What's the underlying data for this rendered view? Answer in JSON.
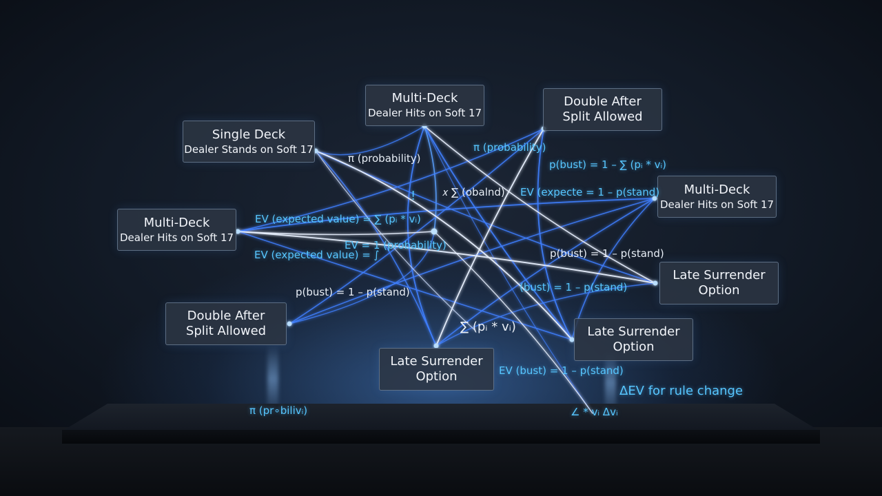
{
  "nodes": [
    {
      "line1": "Multi-Deck",
      "line2": "Dealer Hits on Soft 17"
    },
    {
      "line1": "Double After",
      "line2": "Split Allowed"
    },
    {
      "line1": "Single Deck",
      "line2": "Dealer Stands on Soft 17"
    },
    {
      "line1": "Multi-Deck",
      "line2": "Dealer Hits on Soft 17"
    },
    {
      "line1": "Multi-Deck",
      "line2": "Dealer Hits on Soft 17"
    },
    {
      "line1": "Late Surrender",
      "line2": "Option"
    },
    {
      "line1": "Double After",
      "line2": "Split Allowed"
    },
    {
      "line1": "Late Surrender",
      "line2": "Option"
    },
    {
      "line1": "Late Surrender",
      "line2": "Option"
    }
  ],
  "formulas": [
    "π (probability)",
    "π (probability)",
    "p(bust) = 1 – ∑ (pᵢ * vᵢ)",
    "! ",
    "𝑥 ∑ (obalnd)",
    "EV (expecte = 1 – p(stand)",
    "EV (expected value) = ∑ (pᵢ * vᵢ)",
    "EV =  1 (probability)",
    "EV (expected value) = ∫",
    "p(bust) = 1 – p(stand)",
    "p(bust) = 1 – p(stand)",
    "(bust) = 1 – p(stand)",
    "∑ (pᵢ * vᵢ)",
    "EV (bust) = 1 – p(stand)",
    "ΔEV for rule change",
    "π (pr∘bilivᵢ)",
    "∠ * vᵢ Δvᵢ"
  ],
  "colors": {
    "accent_cyan": "#57c6ff",
    "line_blue": "#3f7fff",
    "line_white": "#e9f1ff",
    "node_bg": "#2c3644"
  }
}
